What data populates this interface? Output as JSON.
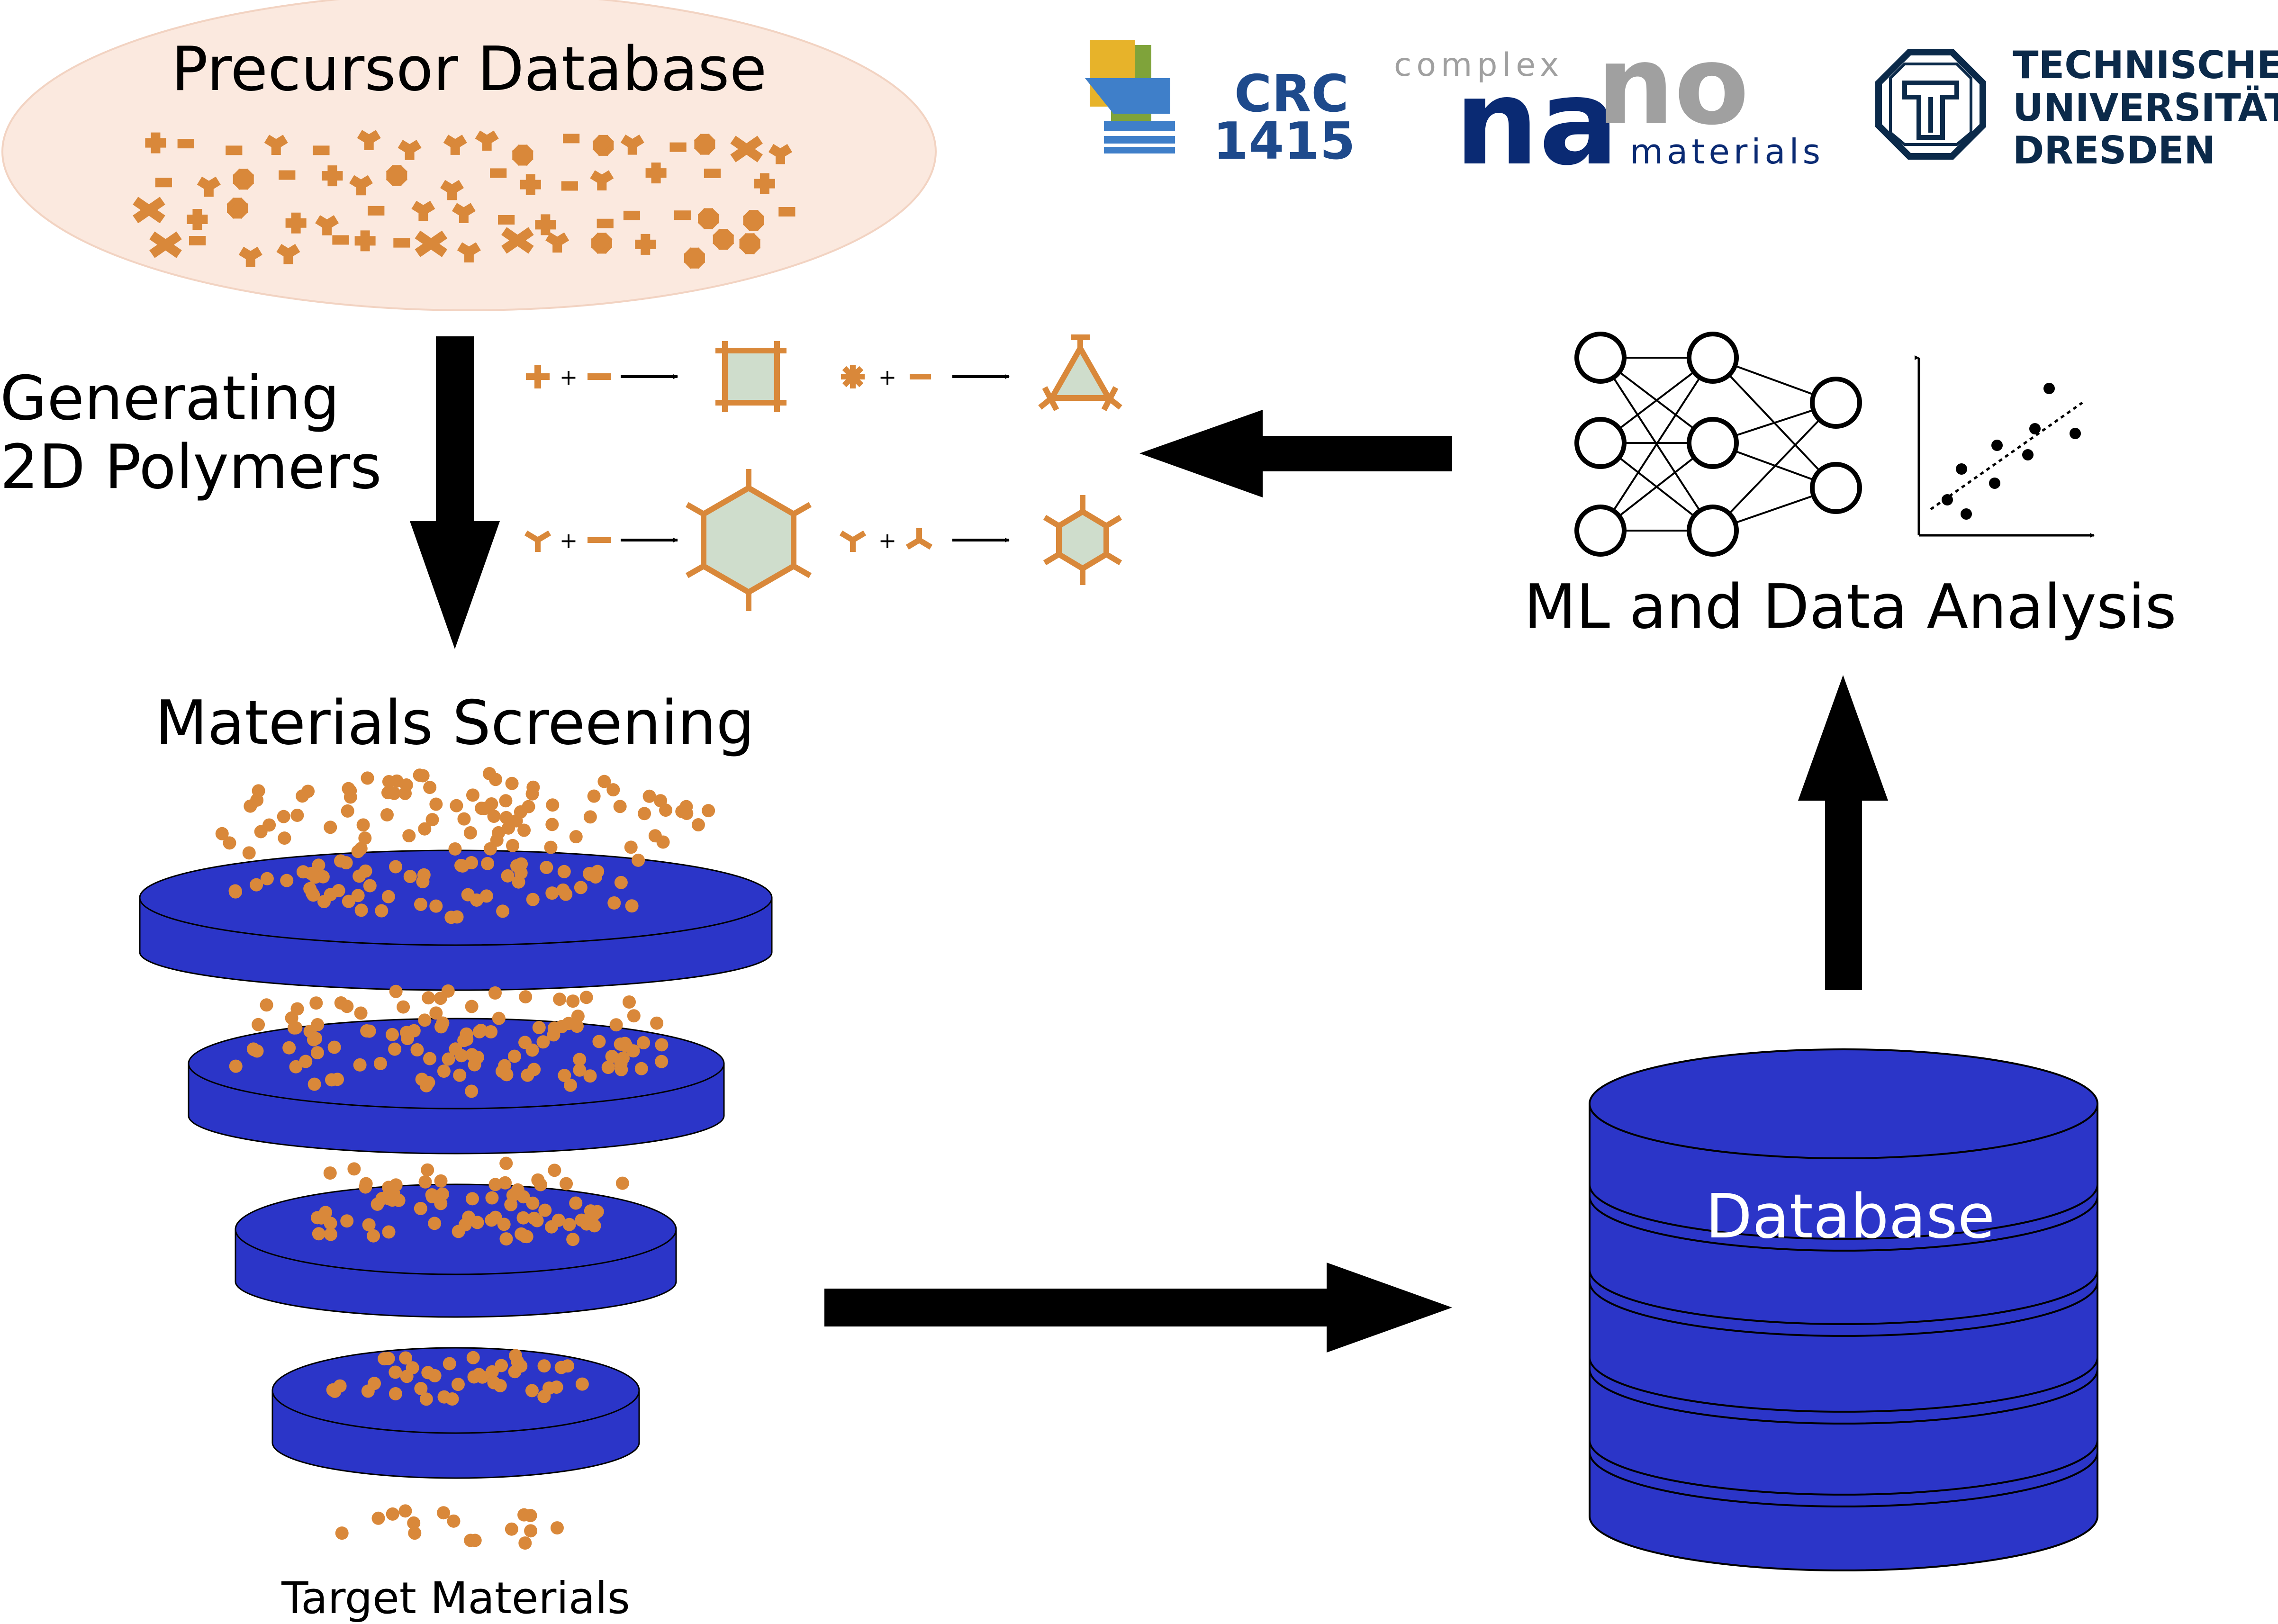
{
  "labels": {
    "precursor_database": "Precursor Database",
    "generating_line1": "Generating",
    "generating_line2": "2D Polymers",
    "materials_screening": "Materials Screening",
    "target_materials": "Target Materials",
    "database": "Database",
    "ml_analysis": "ML and Data Analysis",
    "plus": "+"
  },
  "logos": {
    "crc_line1": "CRC",
    "crc_line2": "1415",
    "nano_top": "complex",
    "nano_na": "na",
    "nano_no": "no",
    "nano_bottom": "materials",
    "tud_line1": "TECHNISCHE",
    "tud_line2": "UNIVERSITÄT",
    "tud_line3": "DRESDEN"
  },
  "colors": {
    "precursor": "#D9883A",
    "precursor_cloud": "#FBE9DF",
    "sieve_blue": "#2B35C8",
    "polymer_fill": "#CFDDCC",
    "arrow": "#000000",
    "crc_blue": "#1E4A8C",
    "nano_navy": "#0A2A73",
    "nano_gray": "#A0A0A0",
    "tud_navy": "#0B2A4A"
  }
}
